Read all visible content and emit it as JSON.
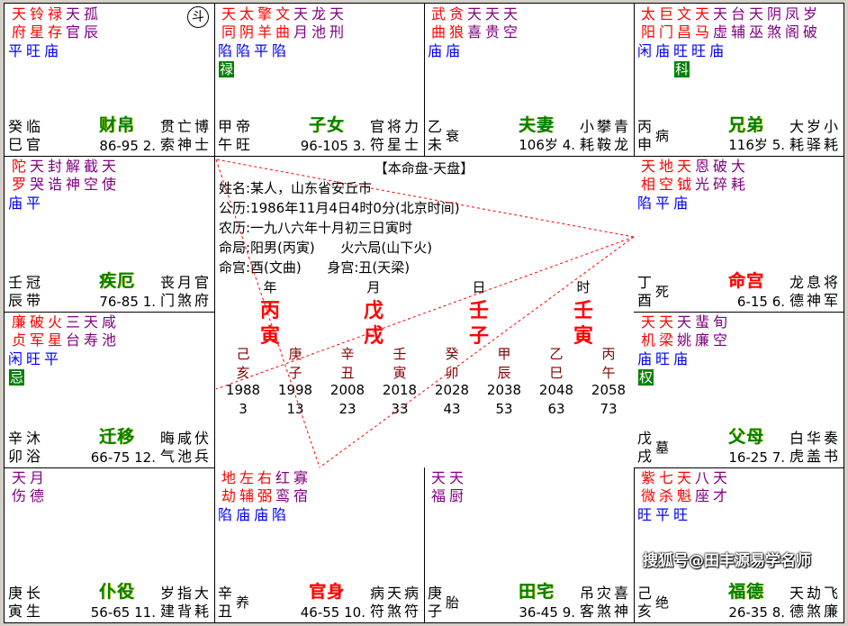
{
  "colors": {
    "main_star": "#ff0000",
    "minor_star": "#800080",
    "brightness": "#0000ff",
    "hua_bg": "#008000",
    "palace": "#008000",
    "palace_ming": "#ff0000",
    "pillar": "#ff0000",
    "decade_gz": "#800000",
    "sanfang_line": "#ff0000"
  },
  "dou_marker": "斗",
  "cells": [
    {
      "branch": "巳",
      "gan": "癸",
      "zhi": "巳",
      "changsheng": "临官",
      "palace": "财帛",
      "palace_red": false,
      "ages": "86-95",
      "num": "2.",
      "shen_top": "贯亡博",
      "shen_bottom": "索神士",
      "dou": true,
      "stars": [
        {
          "n": "天府",
          "t": "main"
        },
        {
          "n": "铃星",
          "t": "main"
        },
        {
          "n": "禄存",
          "t": "main"
        },
        {
          "n": "天官",
          "t": "minor"
        },
        {
          "n": "孤辰",
          "t": "minor"
        }
      ],
      "bright": [
        "平",
        "旺",
        "庙"
      ],
      "hua": null
    },
    {
      "branch": "午",
      "gan": "甲",
      "zhi": "午",
      "changsheng": "帝旺",
      "palace": "子女",
      "palace_red": false,
      "ages": "96-105",
      "num": "3.",
      "shen_top": "官将力",
      "shen_bottom": "符星士",
      "stars": [
        {
          "n": "天同",
          "t": "main"
        },
        {
          "n": "太阴",
          "t": "main"
        },
        {
          "n": "擎羊",
          "t": "main"
        },
        {
          "n": "文曲",
          "t": "main"
        },
        {
          "n": "天月",
          "t": "minor"
        },
        {
          "n": "龙池",
          "t": "minor"
        },
        {
          "n": "天刑",
          "t": "minor"
        }
      ],
      "bright": [
        "陷",
        "陷",
        "平",
        "陷"
      ],
      "hua": {
        "label": "禄",
        "col": 0
      }
    },
    {
      "branch": "未",
      "gan": "乙",
      "zhi": "未",
      "changsheng": "衰",
      "palace": "夫妻",
      "palace_red": false,
      "ages": "106岁",
      "num": "4.",
      "shen_top": "小攀青",
      "shen_bottom": "耗鞍龙",
      "stars": [
        {
          "n": "武曲",
          "t": "main"
        },
        {
          "n": "贪狼",
          "t": "main"
        },
        {
          "n": "天喜",
          "t": "minor"
        },
        {
          "n": "天贵",
          "t": "minor"
        },
        {
          "n": "天空",
          "t": "minor"
        }
      ],
      "bright": [
        "庙",
        "庙"
      ],
      "hua": null
    },
    {
      "branch": "申",
      "gan": "丙",
      "zhi": "申",
      "changsheng": "病",
      "palace": "兄弟",
      "palace_red": false,
      "ages": "116岁",
      "num": "5.",
      "shen_top": "大岁小",
      "shen_bottom": "耗驿耗",
      "stars": [
        {
          "n": "太阳",
          "t": "main"
        },
        {
          "n": "巨门",
          "t": "main"
        },
        {
          "n": "文昌",
          "t": "main"
        },
        {
          "n": "天马",
          "t": "main"
        },
        {
          "n": "天虚",
          "t": "minor"
        },
        {
          "n": "台辅",
          "t": "minor"
        },
        {
          "n": "天巫",
          "t": "minor"
        },
        {
          "n": "阴煞",
          "t": "minor"
        },
        {
          "n": "凤阁",
          "t": "minor"
        },
        {
          "n": "岁破",
          "t": "minor"
        }
      ],
      "bright": [
        "闲",
        "庙",
        "旺",
        "旺",
        "庙"
      ],
      "hua": {
        "label": "科",
        "col": 2
      }
    },
    {
      "branch": "辰",
      "gan": "壬",
      "zhi": "辰",
      "changsheng": "冠带",
      "palace": "疾厄",
      "palace_red": false,
      "ages": "76-85",
      "num": "1.",
      "shen_top": "丧月官",
      "shen_bottom": "门煞府",
      "stars": [
        {
          "n": "陀罗",
          "t": "main"
        },
        {
          "n": "天哭",
          "t": "minor"
        },
        {
          "n": "封诰",
          "t": "minor"
        },
        {
          "n": "解神",
          "t": "minor"
        },
        {
          "n": "截空",
          "t": "minor"
        },
        {
          "n": "天使",
          "t": "minor"
        }
      ],
      "bright": [
        "庙",
        "平"
      ],
      "hua": null
    },
    {
      "branch": "酉",
      "gan": "丁",
      "zhi": "酉",
      "changsheng": "死",
      "palace": "命宫",
      "palace_red": true,
      "ages": "6-15",
      "num": "6.",
      "shen_top": "龙息将",
      "shen_bottom": "德神军",
      "stars": [
        {
          "n": "天相",
          "t": "main"
        },
        {
          "n": "地空",
          "t": "main"
        },
        {
          "n": "天钺",
          "t": "main"
        },
        {
          "n": "恩光",
          "t": "minor"
        },
        {
          "n": "破碎",
          "t": "minor"
        },
        {
          "n": "大耗",
          "t": "minor"
        }
      ],
      "bright": [
        "陷",
        "平",
        "庙"
      ],
      "hua": null
    },
    {
      "branch": "卯",
      "gan": "辛",
      "zhi": "卯",
      "changsheng": "沐浴",
      "palace": "迁移",
      "palace_red": false,
      "ages": "66-75",
      "num": "12.",
      "shen_top": "晦咸伏",
      "shen_bottom": "气池兵",
      "stars": [
        {
          "n": "廉贞",
          "t": "main"
        },
        {
          "n": "破军",
          "t": "main"
        },
        {
          "n": "火星",
          "t": "main"
        },
        {
          "n": "三台",
          "t": "minor"
        },
        {
          "n": "天寿",
          "t": "minor"
        },
        {
          "n": "咸池",
          "t": "minor"
        }
      ],
      "bright": [
        "闲",
        "旺",
        "平"
      ],
      "hua": {
        "label": "忌",
        "col": 0
      }
    },
    {
      "branch": "戌",
      "gan": "戊",
      "zhi": "戌",
      "changsheng": "墓",
      "palace": "父母",
      "palace_red": false,
      "ages": "16-25",
      "num": "7.",
      "shen_top": "白华奏",
      "shen_bottom": "虎盖书",
      "stars": [
        {
          "n": "天机",
          "t": "main"
        },
        {
          "n": "天梁",
          "t": "main"
        },
        {
          "n": "天姚",
          "t": "minor"
        },
        {
          "n": "蜚廉",
          "t": "minor"
        },
        {
          "n": "旬空",
          "t": "minor"
        }
      ],
      "bright": [
        "庙",
        "旺",
        "庙"
      ],
      "hua": {
        "label": "权",
        "col": 0
      }
    },
    {
      "branch": "寅",
      "gan": "庚",
      "zhi": "寅",
      "changsheng": "长生",
      "palace": "仆役",
      "palace_red": false,
      "ages": "56-65",
      "num": "11.",
      "shen_top": "岁指大",
      "shen_bottom": "建背耗",
      "stars": [
        {
          "n": "天伤",
          "t": "minor"
        },
        {
          "n": "月德",
          "t": "minor"
        }
      ],
      "bright": [],
      "hua": null
    },
    {
      "branch": "丑",
      "gan": "辛",
      "zhi": "丑",
      "changsheng": "养",
      "palace": "官身",
      "palace_red": true,
      "ages": "46-55",
      "num": "10.",
      "shen_top": "病天病",
      "shen_bottom": "符煞符",
      "stars": [
        {
          "n": "地劫",
          "t": "main"
        },
        {
          "n": "左辅",
          "t": "main"
        },
        {
          "n": "右弼",
          "t": "main"
        },
        {
          "n": "红鸾",
          "t": "minor"
        },
        {
          "n": "寡宿",
          "t": "minor"
        }
      ],
      "bright": [
        "陷",
        "庙",
        "庙",
        "陷"
      ],
      "hua": null
    },
    {
      "branch": "子",
      "gan": "庚",
      "zhi": "子",
      "changsheng": "胎",
      "palace": "田宅",
      "palace_red": false,
      "ages": "36-45",
      "num": "9.",
      "shen_top": "吊灾喜",
      "shen_bottom": "客煞神",
      "stars": [
        {
          "n": "天福",
          "t": "minor"
        },
        {
          "n": "天厨",
          "t": "minor"
        }
      ],
      "bright": [],
      "hua": null
    },
    {
      "branch": "亥",
      "gan": "己",
      "zhi": "亥",
      "changsheng": "绝",
      "palace": "福德",
      "palace_red": false,
      "ages": "26-35",
      "num": "8.",
      "shen_top": "天劫飞",
      "shen_bottom": "德煞廉",
      "stars": [
        {
          "n": "紫微",
          "t": "main"
        },
        {
          "n": "七杀",
          "t": "main"
        },
        {
          "n": "天魁",
          "t": "main"
        },
        {
          "n": "八座",
          "t": "minor"
        },
        {
          "n": "天才",
          "t": "minor"
        }
      ],
      "bright": [
        "旺",
        "平",
        "旺"
      ],
      "hua": null
    }
  ],
  "center": {
    "title": "【本命盘-天盘】",
    "info": [
      "姓名:某人，山东省安丘市",
      "公历:1986年11月4日4时0分(北京时间)",
      "农历:一九八六年十月初三日寅时",
      "命局:阳男(丙寅)      火六局(山下火)",
      "命宫:酉(文曲)      身宫:丑(天梁)"
    ],
    "pillars": [
      {
        "label": "年",
        "stem": "丙",
        "branch": "寅"
      },
      {
        "label": "月",
        "stem": "戊",
        "branch": "戌"
      },
      {
        "label": "日",
        "stem": "壬",
        "branch": "子"
      },
      {
        "label": "时",
        "stem": "壬",
        "branch": "寅"
      }
    ],
    "decades": [
      {
        "stem": "己",
        "branch": "亥",
        "year": "1988",
        "age": "3"
      },
      {
        "stem": "庚",
        "branch": "子",
        "year": "1998",
        "age": "13"
      },
      {
        "stem": "辛",
        "branch": "丑",
        "year": "2008",
        "age": "23"
      },
      {
        "stem": "壬",
        "branch": "寅",
        "year": "2018",
        "age": "33"
      },
      {
        "stem": "癸",
        "branch": "卯",
        "year": "2028",
        "age": "43"
      },
      {
        "stem": "甲",
        "branch": "辰",
        "year": "2038",
        "age": "53"
      },
      {
        "stem": "乙",
        "branch": "巳",
        "year": "2048",
        "age": "63"
      },
      {
        "stem": "丙",
        "branch": "午",
        "year": "2058",
        "age": "73"
      }
    ]
  },
  "watermark": "搜狐号@田丰源易学名师"
}
